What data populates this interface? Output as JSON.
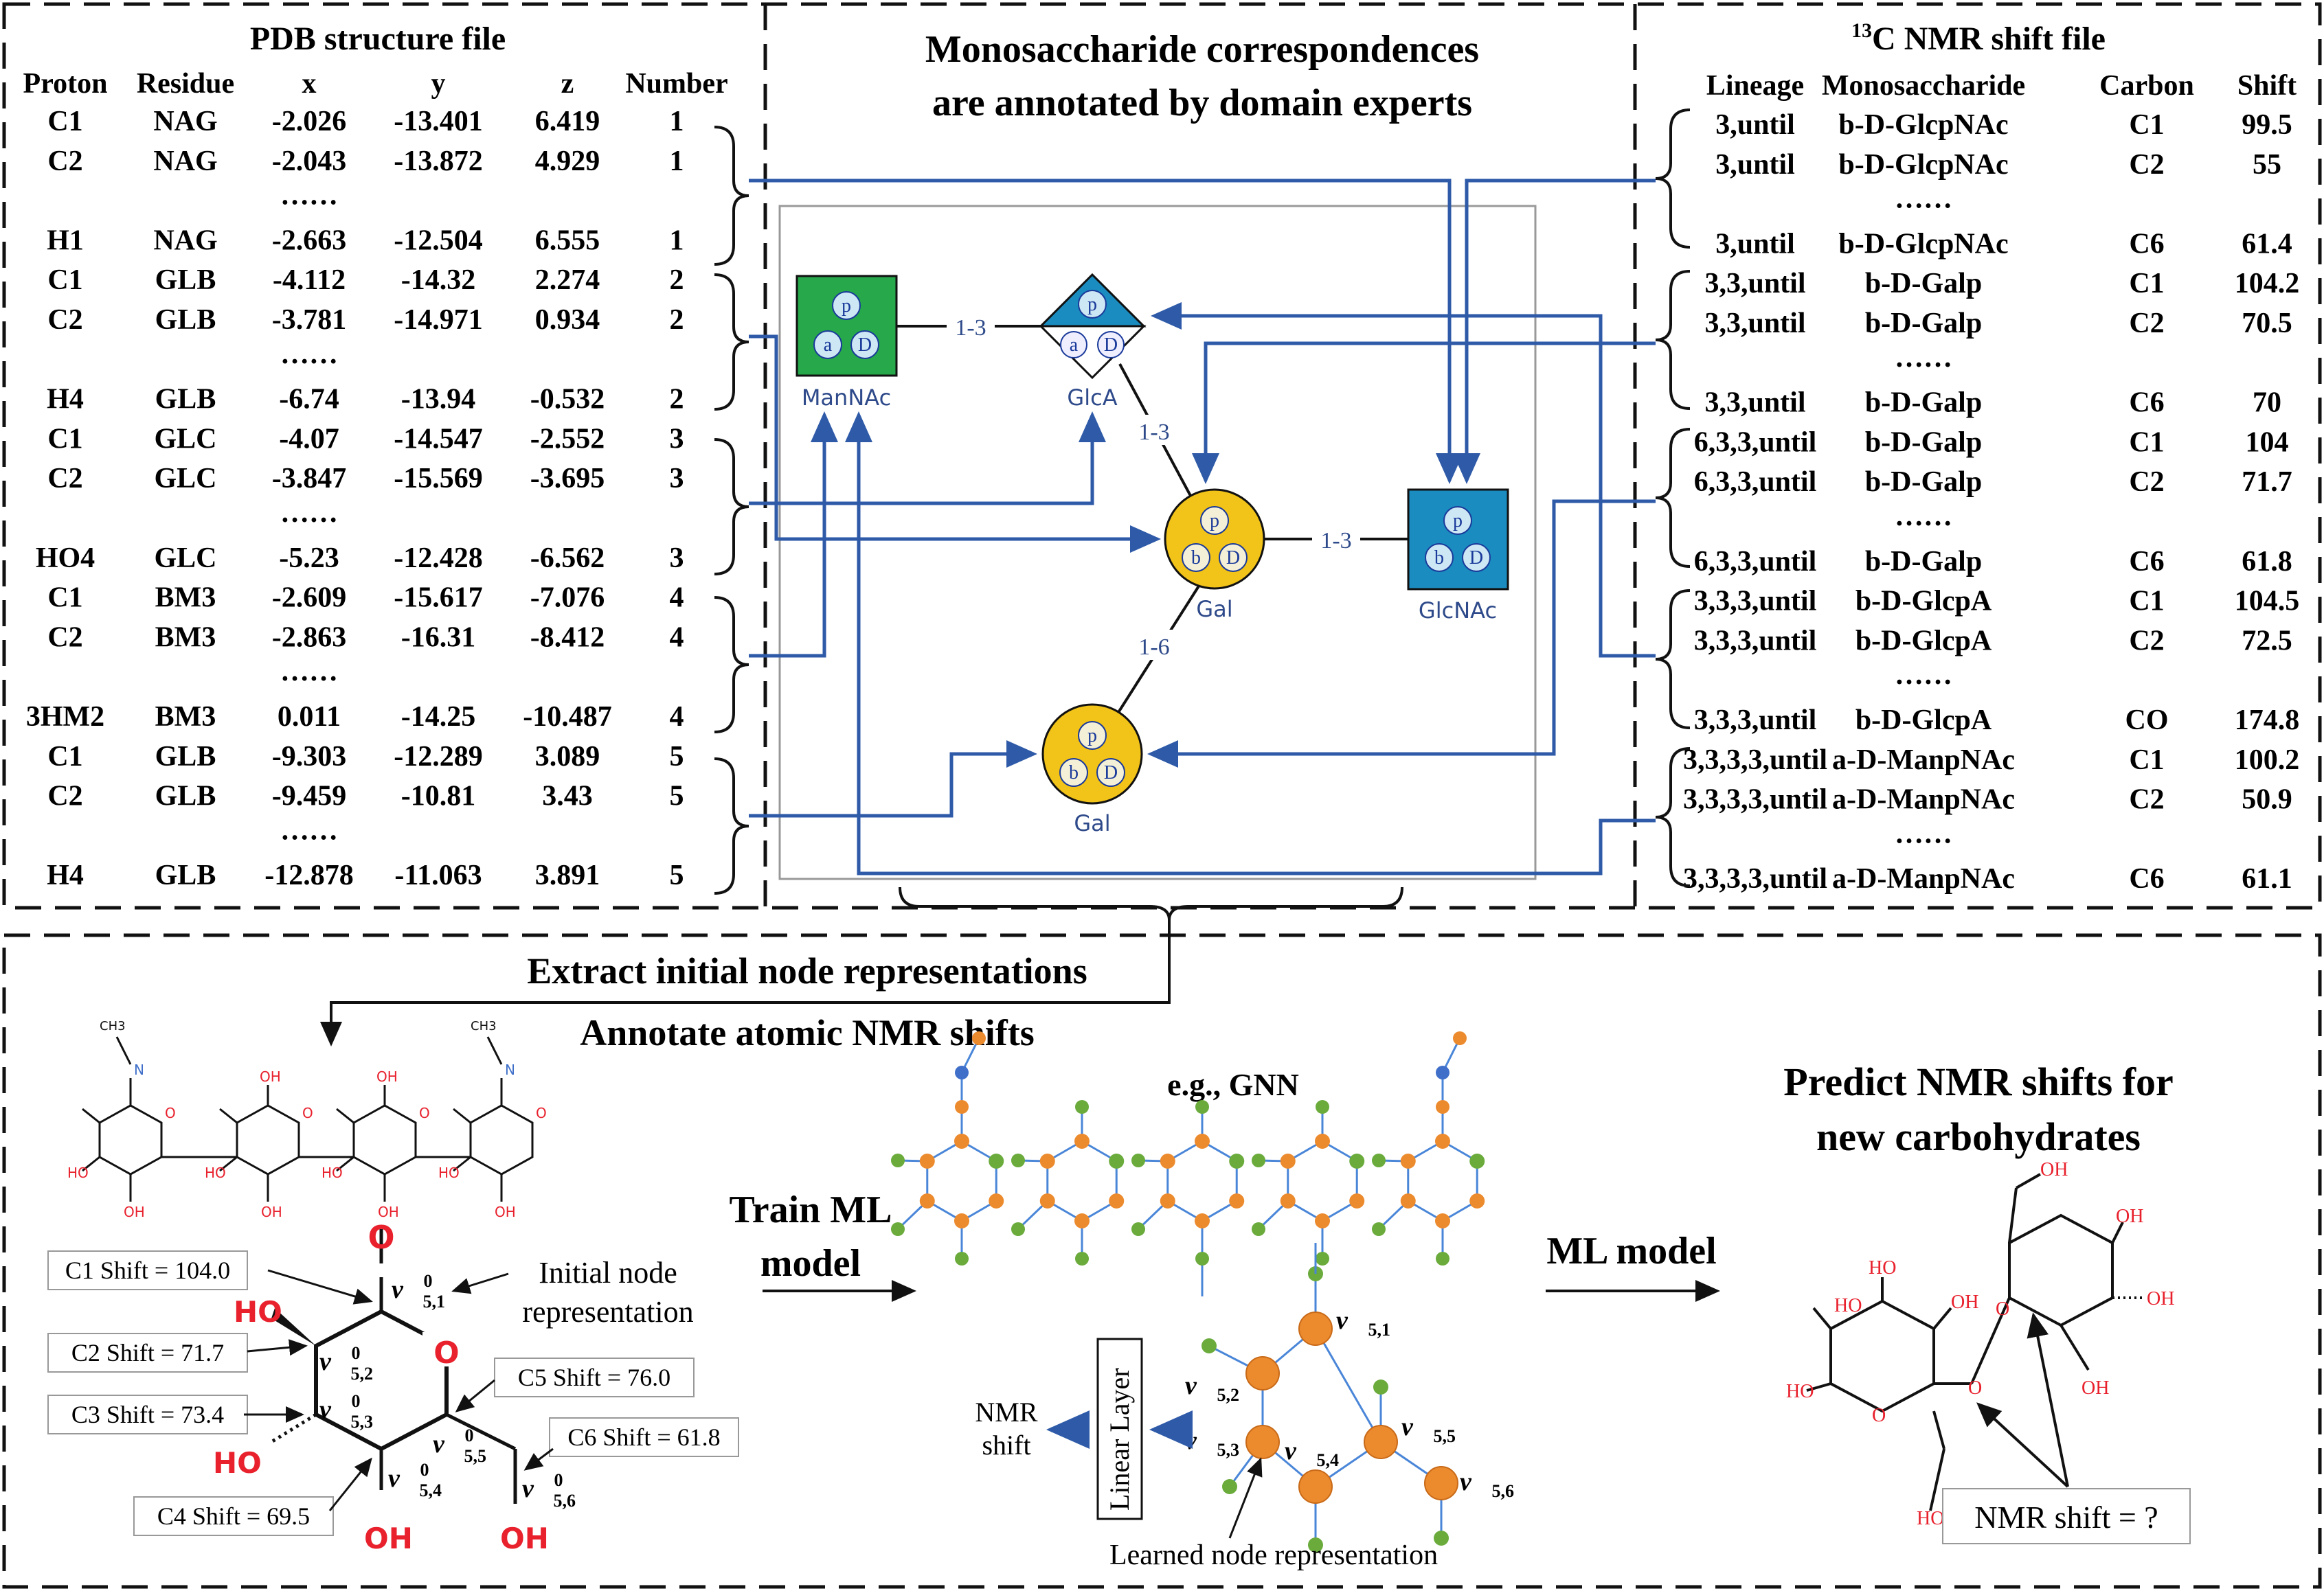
{
  "colors": {
    "arrow_blue": "#2e5aa8",
    "green_sq": "#27a84a",
    "teal": "#1a8cc0",
    "gold": "#f2c318",
    "node_orange": "#ec8a2e",
    "node_green": "#6aab3c",
    "node_blue": "#3f6fc9",
    "heading_red": "#e8212d"
  },
  "pdb": {
    "title": "PDB structure file",
    "headers": [
      "Proton",
      "Residue",
      "x",
      "y",
      "z",
      "Number"
    ],
    "rows": [
      [
        "C1",
        "NAG",
        "-2.026",
        "-13.401",
        "6.419",
        "1"
      ],
      [
        "C2",
        "NAG",
        "-2.043",
        "-13.872",
        "4.929",
        "1"
      ],
      [
        "……"
      ],
      [
        "H1",
        "NAG",
        "-2.663",
        "-12.504",
        "6.555",
        "1"
      ],
      [
        "C1",
        "GLB",
        "-4.112",
        "-14.32",
        "2.274",
        "2"
      ],
      [
        "C2",
        "GLB",
        "-3.781",
        "-14.971",
        "0.934",
        "2"
      ],
      [
        "……"
      ],
      [
        "H4",
        "GLB",
        "-6.74",
        "-13.94",
        "-0.532",
        "2"
      ],
      [
        "C1",
        "GLC",
        "-4.07",
        "-14.547",
        "-2.552",
        "3"
      ],
      [
        "C2",
        "GLC",
        "-3.847",
        "-15.569",
        "-3.695",
        "3"
      ],
      [
        "……"
      ],
      [
        "HO4",
        "GLC",
        "-5.23",
        "-12.428",
        "-6.562",
        "3"
      ],
      [
        "C1",
        "BM3",
        "-2.609",
        "-15.617",
        "-7.076",
        "4"
      ],
      [
        "C2",
        "BM3",
        "-2.863",
        "-16.31",
        "-8.412",
        "4"
      ],
      [
        "……"
      ],
      [
        "3HM2",
        "BM3",
        "0.011",
        "-14.25",
        "-10.487",
        "4"
      ],
      [
        "C1",
        "GLB",
        "-9.303",
        "-12.289",
        "3.089",
        "5"
      ],
      [
        "C2",
        "GLB",
        "-9.459",
        "-10.81",
        "3.43",
        "5"
      ],
      [
        "……"
      ],
      [
        "H4",
        "GLB",
        "-12.878",
        "-11.063",
        "3.891",
        "5"
      ]
    ]
  },
  "center": {
    "title_line1": "Monosaccharide correspondences",
    "title_line2": "are annotated by domain experts",
    "nodes": {
      "mannac": {
        "label": "ManNAc",
        "glyphs": [
          "p",
          "a",
          "D"
        ]
      },
      "glca": {
        "label": "GlcA",
        "glyphs": [
          "p",
          "a",
          "D"
        ]
      },
      "gal_top": {
        "label": "Gal",
        "glyphs": [
          "p",
          "b",
          "D"
        ]
      },
      "glcnac": {
        "label": "GlcNAc",
        "glyphs": [
          "p",
          "b",
          "D"
        ]
      },
      "gal_bottom": {
        "label": "Gal",
        "glyphs": [
          "p",
          "b",
          "D"
        ]
      }
    },
    "links": {
      "mannac_glca": "1-3",
      "glca_gal": "1-3",
      "gal_glcnac": "1-3",
      "gal_gal": "1-6"
    }
  },
  "nmr": {
    "title_sup": "13",
    "title_rest": "C NMR shift file",
    "headers": [
      "Lineage",
      "Monosaccharide",
      "Carbon",
      "Shift"
    ],
    "rows": [
      [
        "3,until",
        "b-D-GlcpNAc",
        "C1",
        "99.5"
      ],
      [
        "3,until",
        "b-D-GlcpNAc",
        "C2",
        "55"
      ],
      [
        "……"
      ],
      [
        "3,until",
        "b-D-GlcpNAc",
        "C6",
        "61.4"
      ],
      [
        "3,3,until",
        "b-D-Galp",
        "C1",
        "104.2"
      ],
      [
        "3,3,until",
        "b-D-Galp",
        "C2",
        "70.5"
      ],
      [
        "……"
      ],
      [
        "3,3,until",
        "b-D-Galp",
        "C6",
        "70"
      ],
      [
        "6,3,3,until",
        "b-D-Galp",
        "C1",
        "104"
      ],
      [
        "6,3,3,until",
        "b-D-Galp",
        "C2",
        "71.7"
      ],
      [
        "……"
      ],
      [
        "6,3,3,until",
        "b-D-Galp",
        "C6",
        "61.8"
      ],
      [
        "3,3,3,until",
        "b-D-GlcpA",
        "C1",
        "104.5"
      ],
      [
        "3,3,3,until",
        "b-D-GlcpA",
        "C2",
        "72.5"
      ],
      [
        "……"
      ],
      [
        "3,3,3,until",
        "b-D-GlcpA",
        "CO",
        "174.8"
      ],
      [
        "3,3,3,3,until",
        "a-D-ManpNAc",
        "C1",
        "100.2"
      ],
      [
        "3,3,3,3,until",
        "a-D-ManpNAc",
        "C2",
        "50.9"
      ],
      [
        "……"
      ],
      [
        "3,3,3,3,until",
        "a-D-ManpNAc",
        "C6",
        "61.1"
      ]
    ]
  },
  "bottom": {
    "step1": "Extract initial node representations",
    "step2": "Annotate atomic NMR shifts",
    "shift_labels": [
      "C1 Shift = 104.0",
      "C2 Shift = 71.7",
      "C3 Shift = 73.4",
      "C4 Shift = 69.5",
      "C5 Shift = 76.0",
      "C6 Shift = 61.8"
    ],
    "initial_node_line1": "Initial node",
    "initial_node_line2": "representation",
    "train_line1": "Train ML",
    "train_line2": "model",
    "eg_gnn": "e.g., GNN",
    "vectors": [
      "5,1",
      "5,2",
      "5,3",
      "5,4",
      "5,5",
      "5,6"
    ],
    "linear_layer": "Linear Layer",
    "nmr_shift_line1": "NMR",
    "nmr_shift_line2": "shift",
    "learned_node": "Learned node representation",
    "ml_model": "ML model",
    "predict_line1": "Predict NMR shifts for",
    "predict_line2": "new carbohydrates",
    "nmr_query": "NMR shift = ?",
    "atoms": {
      "oh": "OH",
      "ho": "HO",
      "o": "O",
      "h": "H",
      "n": "N",
      "ch3": "CH",
      "sub3": "3",
      "sup0": "0"
    }
  }
}
